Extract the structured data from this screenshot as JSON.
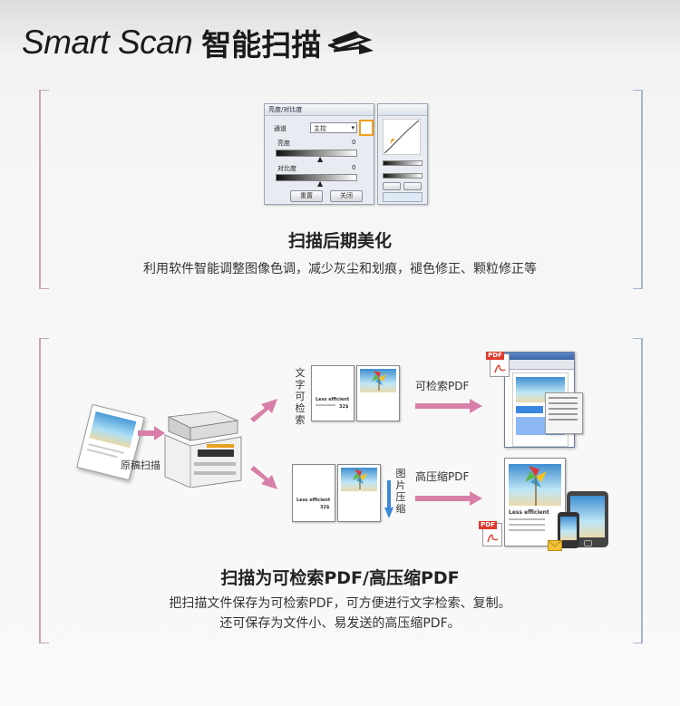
{
  "header": {
    "title_en": "Smart Scan",
    "title_cn": "智能扫描",
    "icon": "scanner-icon"
  },
  "section1": {
    "dialog": {
      "title": "亮度/对比度",
      "channel_label": "通道",
      "channel_value": "主控",
      "brightness_label": "亮度",
      "brightness_value": "0",
      "contrast_label": "对比度",
      "contrast_value": "0",
      "reset_button": "重置",
      "close_button": "关闭"
    },
    "heading": "扫描后期美化",
    "description": "利用软件智能调整图像色调，减少灰尘和划痕，褪色修正、颗粒修正等"
  },
  "section2": {
    "original_label": "原稿扫描",
    "text_label": "文字可检索",
    "image_label": "图片压缩",
    "searchable_pdf_label": "可检索PDF",
    "compressed_pdf_label": "高压缩PDF",
    "doc_headline": "Less efficient",
    "doc_number": "32$",
    "pdf_badge": "PDF",
    "heading": "扫描为可检索PDF/高压缩PDF",
    "description_line1": "把扫描文件保存为可检索PDF，可方便进行文字检索、复制。",
    "description_line2": "还可保存为文件小、易发送的高压缩PDF。"
  },
  "colors": {
    "arrow": "#d87fa8",
    "pdf_red": "#e03a2a",
    "frame_left": "#c8a4b4",
    "frame_right": "#a6b6d0"
  }
}
